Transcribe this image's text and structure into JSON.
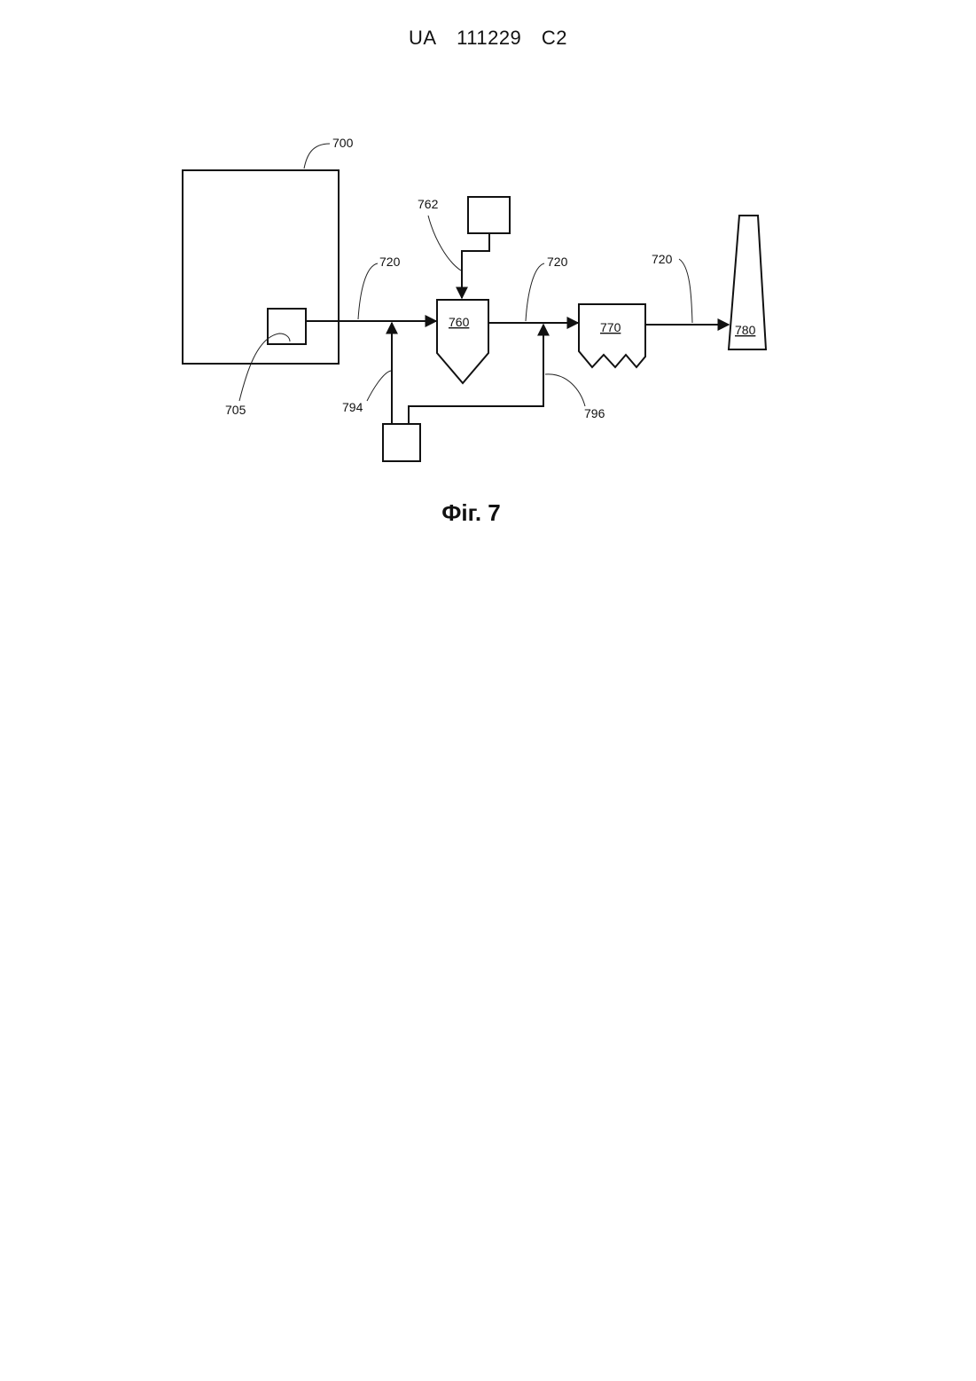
{
  "header": {
    "country": "UA",
    "number": "111229",
    "kind": "C2"
  },
  "figure": {
    "caption": "Фіг. 7",
    "labels": {
      "boiler": "700",
      "boiler_inner": "705",
      "duct_1": "720",
      "duct_2": "720",
      "duct_3": "720",
      "injector_top": "762",
      "unit_760": "760",
      "unit_770": "770",
      "stack_780": "780",
      "feed_794": "794",
      "feed_796": "796"
    }
  }
}
